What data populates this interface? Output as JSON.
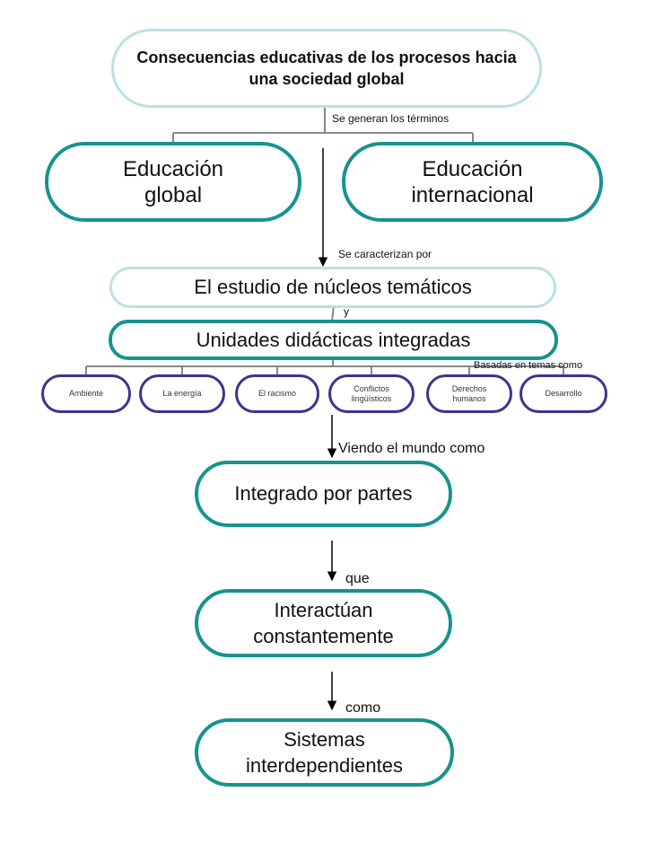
{
  "nodes": {
    "root": "Consecuencias educativas de los procesos hacia una sociedad global",
    "global": "Educación global",
    "internacional": "Educación internacional",
    "estudio": "El estudio de núcleos temáticos",
    "unidades": "Unidades didácticas integradas",
    "integrado": "Integrado por partes",
    "interactuan": "Interactúan constantemente",
    "sistemas": "Sistemas interdependientes"
  },
  "themes": [
    "Ambiente",
    "La energía",
    "El racismo",
    "Conflictos lingüísticos",
    "Derechos humanos",
    "Desarrollo"
  ],
  "links": {
    "se_generan": "Se generan los términos",
    "se_caracterizan": "Se caracterizan por",
    "y": "y",
    "basadas": "Basadas en temas como",
    "viendo": "Viendo el mundo como",
    "que": "que",
    "como": "como"
  },
  "colors": {
    "pale_border": "#b9e2e6",
    "teal_border": "#17938f",
    "purple_border": "#3d3490",
    "connector": "#888888"
  }
}
